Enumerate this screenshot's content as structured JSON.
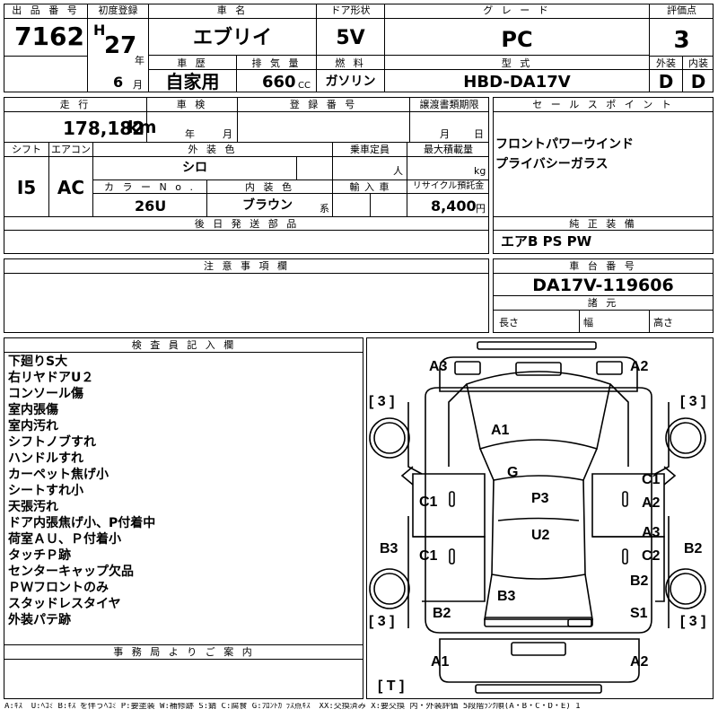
{
  "header_labels": {
    "lot_number": "出 品 番 号",
    "first_registration": "初度登録",
    "car_name": "車 名",
    "door_type": "ドア形状",
    "grade": "グ レ ー ド",
    "score": "評価点",
    "history": "車 歴",
    "displacement": "排 気 量",
    "fuel": "燃 料",
    "model": "型 式",
    "exterior": "外装",
    "interior": "内装",
    "mileage": "走 行",
    "inspection": "車 検",
    "registration_no": "登 録 番 号",
    "transfer_deadline": "譲渡書類期限",
    "sales_point": "セ ー ル ス ポ イ ン ト",
    "shift": "シフト",
    "aircon": "エアコン",
    "ext_color": "外 装 色",
    "capacity": "乗車定員",
    "max_load": "最大積載量",
    "color_no": "カ ラ ー N o .",
    "int_color": "内 装 色",
    "import": "輸 入 車",
    "recycle": "リサイクル預託金",
    "later_parts": "後 日 発 送 部 品",
    "genuine_equipment": "純 正 装 備",
    "notes": "注 意 事 項 欄",
    "chassis_no": "車 台 番 号",
    "specs": "諸 元",
    "length": "長さ",
    "width": "幅",
    "height": "高さ",
    "inspector_notes": "検 査 員 記 入 欄",
    "office_notes": "事 務 局 よ り ご 案 内"
  },
  "units": {
    "year": "年",
    "month": "月",
    "cc": "CC",
    "km": "km",
    "person": "人",
    "kg": "kg",
    "yen": "円",
    "series": "系"
  },
  "lot_number": "7162",
  "era": "H",
  "reg_year": "27",
  "reg_month": "6",
  "car_name": "エブリイ",
  "door_type": "5V",
  "grade": "PC",
  "score": "3",
  "history": "自家用",
  "displacement": "660",
  "fuel": "ガソリン",
  "model": "HBD-DA17V",
  "exterior_grade": "D",
  "interior_grade": "D",
  "mileage": "178,182",
  "shift": "I5",
  "aircon": "AC",
  "ext_color": "シロ",
  "color_no": "26U",
  "int_color": "ブラウン",
  "recycle_fee": "8,400",
  "sales_points": [
    "フロントパワーウインド",
    "プライバシーガラス"
  ],
  "genuine_equipment": "エアB PS PW",
  "chassis_no": "DA17V-119606",
  "inspector_notes": [
    "下廻りS大",
    "右リヤドアU２",
    "コンソール傷",
    "室内張傷",
    "室内汚れ",
    "シフトノブすれ",
    "ハンドルすれ",
    "カーペット焦げ小",
    "シートすれ小",
    "天張汚れ",
    "ドア内張焦げ小、P付着中",
    "荷室ＡＵ、Ｐ付着小",
    "タッチＰ跡",
    "センターキャップ欠品",
    "ＰＷフロントのみ",
    "スタッドレスタイヤ",
    "外装パテ跡"
  ],
  "tire_marks": {
    "front_left": "[ 3 ]",
    "front_right": "[ 3 ]",
    "rear_left": "[ 3 ]",
    "rear_right": "[ 3 ]",
    "spare": "[ T ]"
  },
  "damage_marks": {
    "front_left_corner": "A3",
    "front_right_corner": "A2",
    "hood": "A1",
    "roof_front": "G",
    "left_front_door": "C1",
    "right_front_pillar": "C1",
    "right_front_door": "A2",
    "roof": "P3",
    "roof_rear": "U2",
    "right_rear_upper": "A3",
    "left_rear_door": "C1",
    "right_rear_door": "C2",
    "left_side_rear": "B3",
    "right_side_rear": "B2",
    "right_quarter": "B2",
    "back_door": "B3",
    "left_rear_corner": "B2",
    "right_rear_corner": "S1",
    "rear_bumper_left": "A1",
    "rear_bumper_right": "A2"
  },
  "legend": "A:ｷｽﾞ U:ﾍｺﾐ B:ｷｽﾞを伴うﾍｺﾐ P:要塗装 W:補修跡 S:錆 C:腐食 G:ﾌﾛﾝﾄｶﾞﾗｽ点ｷｽﾞ XX:交換済み X:要交換 内・外装評価 5段階ﾗﾝｸ順(A・B・C・D・E) 1"
}
